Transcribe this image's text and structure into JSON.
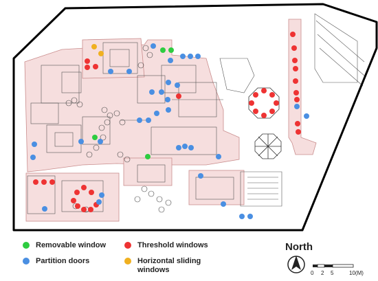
{
  "legend": [
    {
      "label": "Removable window",
      "color": "#2ecc40"
    },
    {
      "label": "Partition doors",
      "color": "#4a8fe2"
    },
    {
      "label": "Threshold windows",
      "color": "#ee3333"
    },
    {
      "label": "Horizontal sliding\nwindows",
      "color": "#f0b020"
    }
  ],
  "north_label": "North",
  "scale": {
    "labels": [
      "0",
      "2",
      "5",
      "10(M)"
    ]
  },
  "colors": {
    "boundary": "#000000",
    "building_fill": "#f6dede",
    "building_stroke": "#c98c8c",
    "linework": "#555555"
  },
  "icons": {
    "north_arrow": "north-arrow-icon",
    "pavilion": "octagon-pavilion-icon"
  }
}
